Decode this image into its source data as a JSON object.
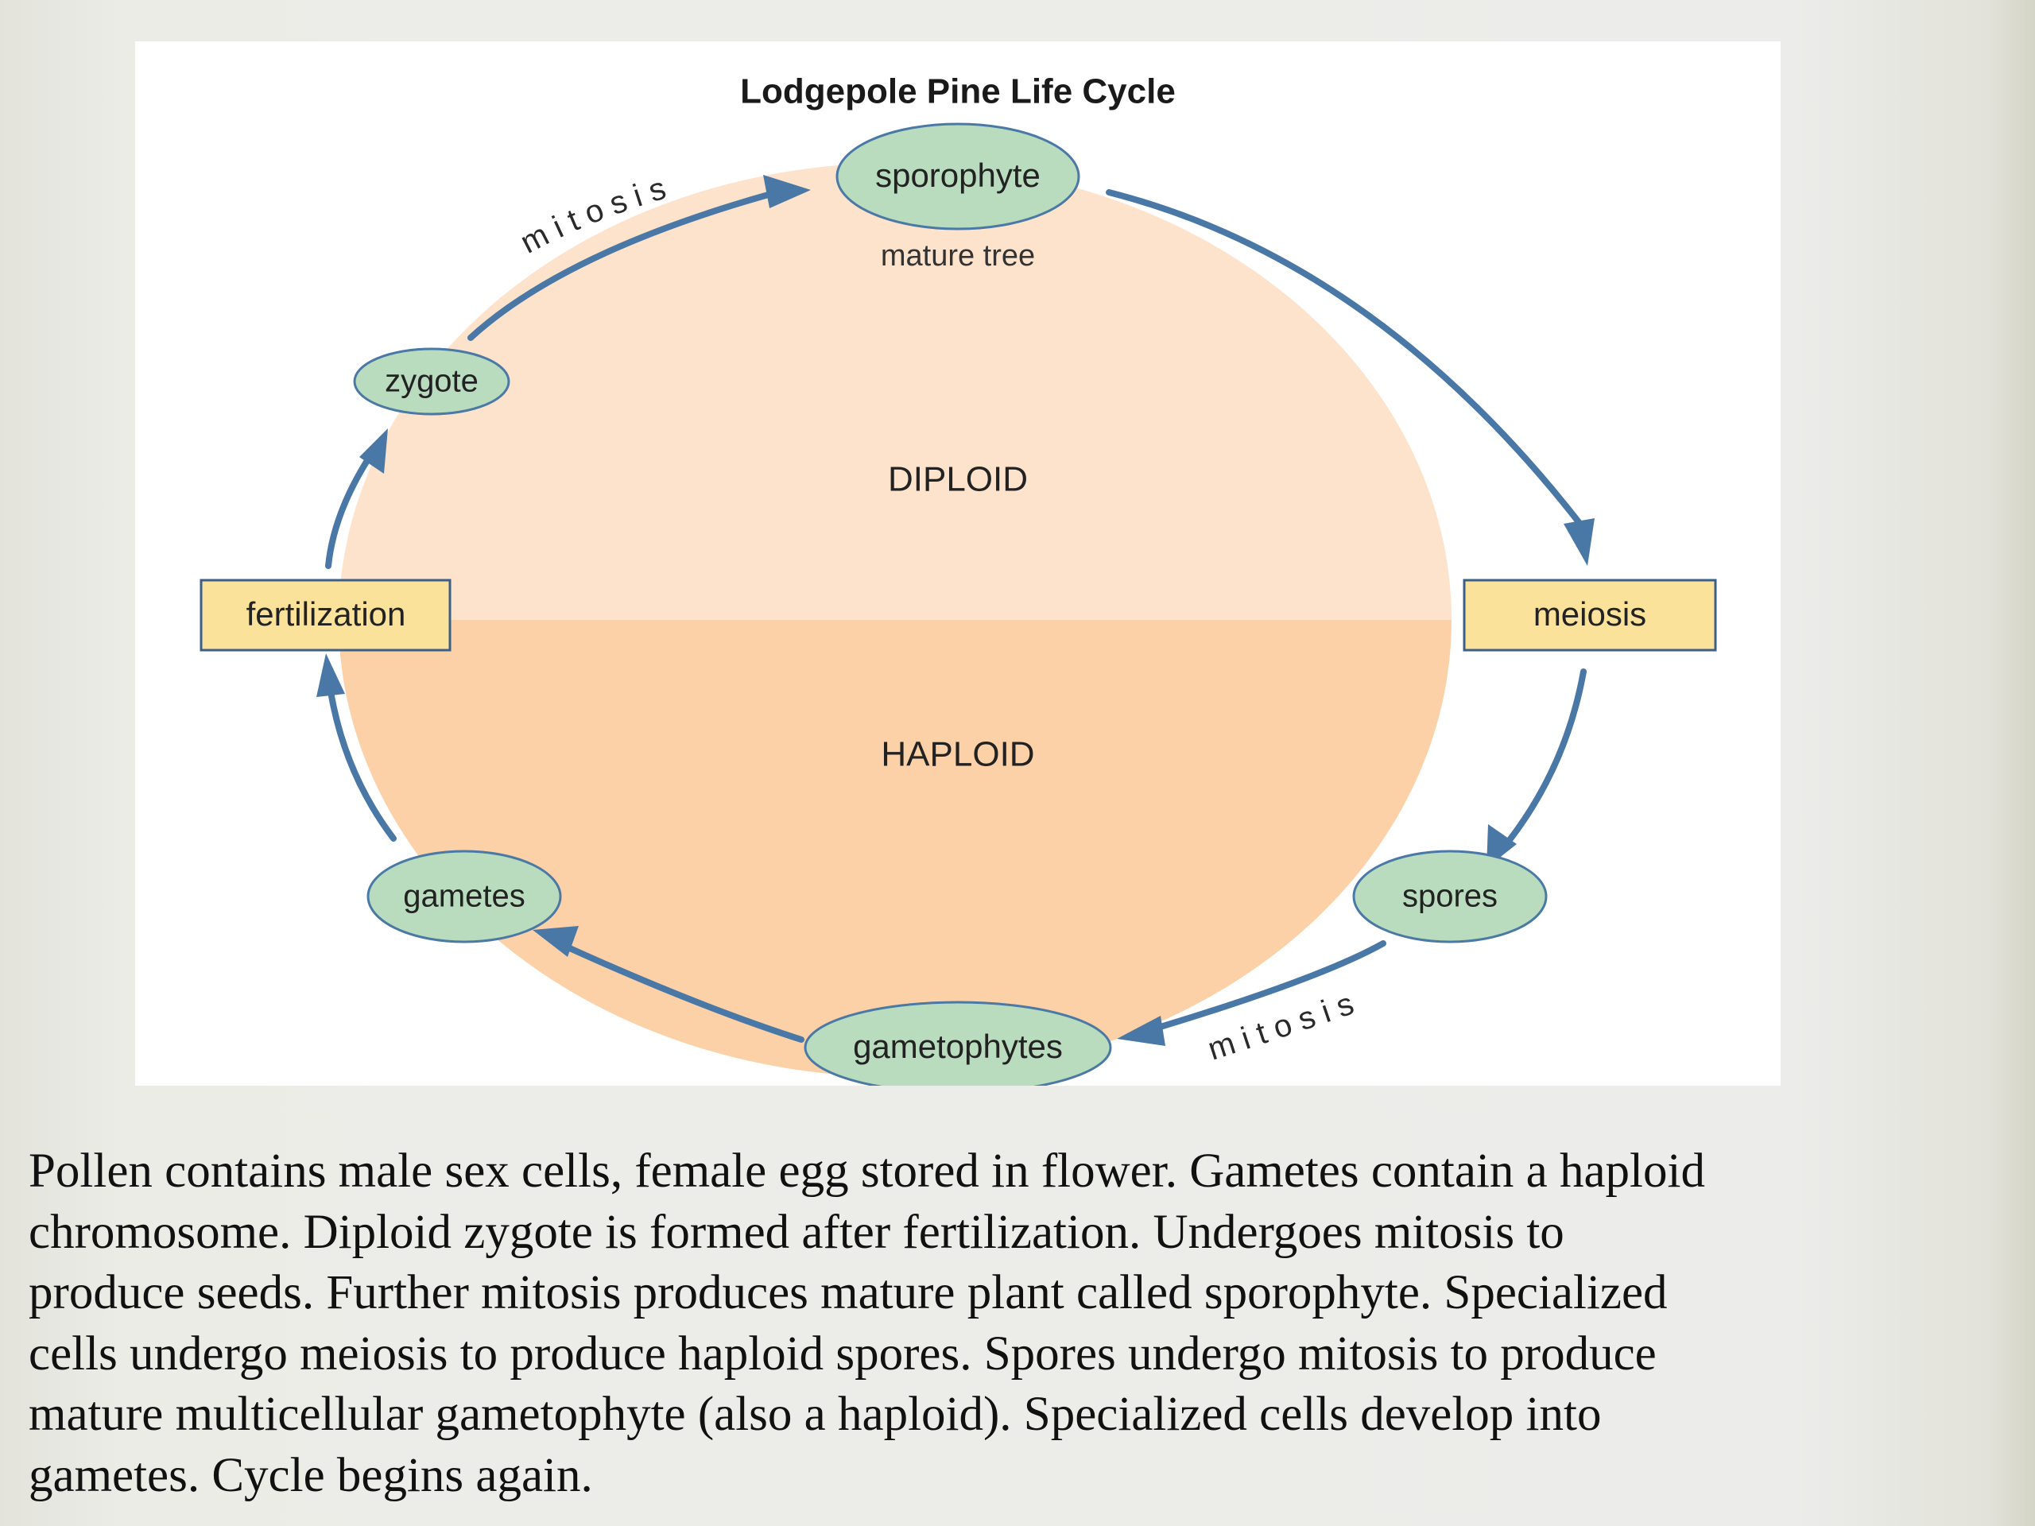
{
  "diagram": {
    "title": "Lodgepole Pine Life Cycle",
    "colors": {
      "diploid_fill": "#fde3cb",
      "haploid_fill": "#fcd1a8",
      "node_fill": "#b9dcbe",
      "node_stroke": "#4b79a6",
      "arrow": "#4a78a6",
      "process_fill": "#fbe29a",
      "process_stroke": "#3c5f8a"
    },
    "nodes": {
      "sporophyte": "sporophyte",
      "sporophyte_sub": "mature tree",
      "zygote": "zygote",
      "gametes": "gametes",
      "gametophytes": "gametophytes",
      "spores": "spores"
    },
    "processes": {
      "fertilization": "fertilization",
      "meiosis": "meiosis"
    },
    "regions": {
      "diploid": "DIPLOID",
      "haploid": "HAPLOID"
    },
    "arrow_labels": {
      "mitosis_top": "mitosis",
      "mitosis_bottom": "mitosis"
    }
  },
  "caption": {
    "lines": [
      "Pollen contains male sex cells, female egg stored in flower.  Gametes contain a haploid",
      "chromosome.  Diploid zygote is formed after fertilization.  Undergoes mitosis to",
      "produce seeds.  Further mitosis produces mature plant called sporophyte.  Specialized",
      "cells undergo meiosis to produce haploid spores.  Spores undergo mitosis to produce",
      "mature multicellular gametophyte (also a haploid).  Specialized cells develop into",
      "gametes.  Cycle begins again."
    ]
  }
}
